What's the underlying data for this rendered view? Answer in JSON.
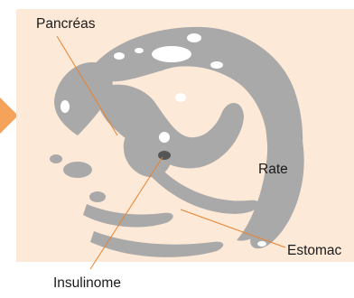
{
  "colors": {
    "panel_bg": "#fde9d7",
    "organ_fill": "#a9a9a9",
    "white_spot": "#ffffff",
    "tumor": "#555555",
    "leader_line": "#e8822f",
    "arrow": "#f5a25a"
  },
  "labels": {
    "pancreas": "Pancréas",
    "rate": "Rate",
    "estomac": "Estomac",
    "insulinome": "Insulinome"
  }
}
